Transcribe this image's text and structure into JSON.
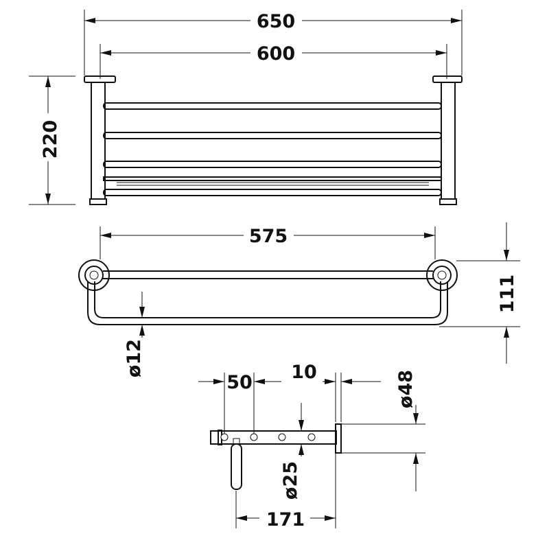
{
  "drawing": {
    "front_view": {
      "overall_width": "650",
      "inner_width": "600",
      "height": "220"
    },
    "top_view": {
      "rail_length": "575",
      "depth": "111",
      "tube_diameter": "ø12"
    },
    "side_view": {
      "spacing": "50",
      "offset": "10",
      "rosette_diameter": "ø48",
      "tube_diameter": "ø25",
      "projection": "171"
    }
  }
}
